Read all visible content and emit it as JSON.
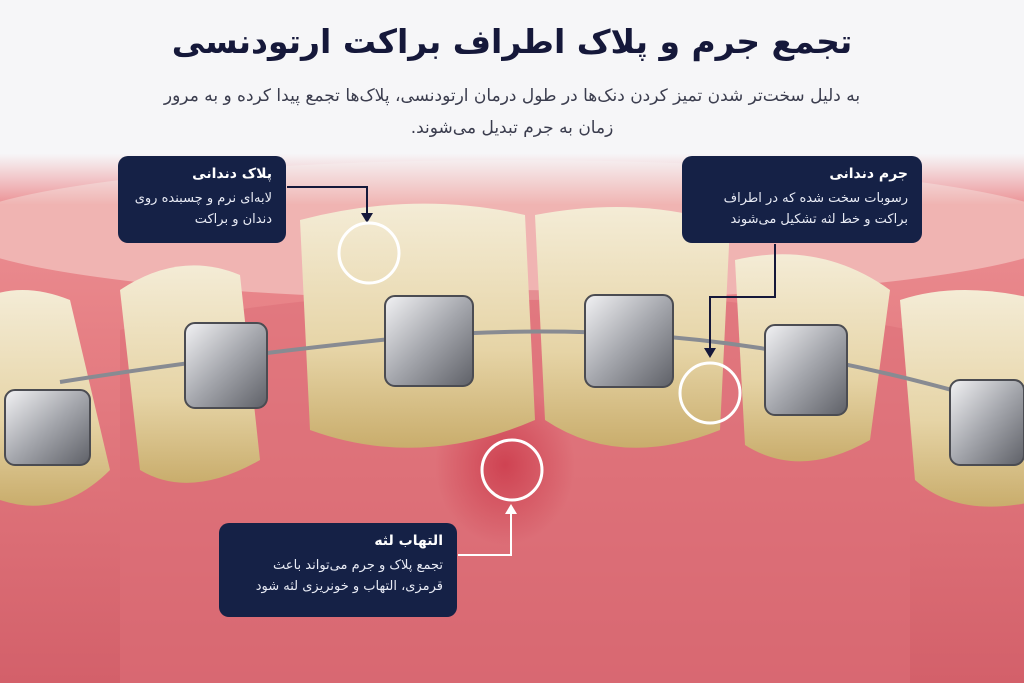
{
  "header": {
    "title": "تجمع جرم و پلاک اطراف براکت ارتودنسی",
    "subtitle": "به دلیل سخت‌تر شدن تمیز کردن دنک‌ها در طول درمان ارتودنسی، پلاک‌ها تجمع پیدا کرده و به مرور زمان به جرم تبدیل می‌شوند."
  },
  "callouts": {
    "plaque": {
      "title": "پلاک دندانی",
      "body": "لابه‌ای نرم و چسبنده روی دندان و براکت"
    },
    "tartar": {
      "title": "جرم دندانی",
      "body": "رسوبات سخت شده که در اطراف براکت و خط لثه تشکیل می‌شوند"
    },
    "gum": {
      "title": "التهاب لثه",
      "body": "تجمع پلاک و جرم می‌تواند باعث قرمزی، التهاب و خونریزی لثه شود"
    }
  },
  "colors": {
    "callout_bg": "#152146",
    "title_text": "#15183a",
    "gum": "#e88c8e",
    "tooth": "#f0e2c2"
  }
}
